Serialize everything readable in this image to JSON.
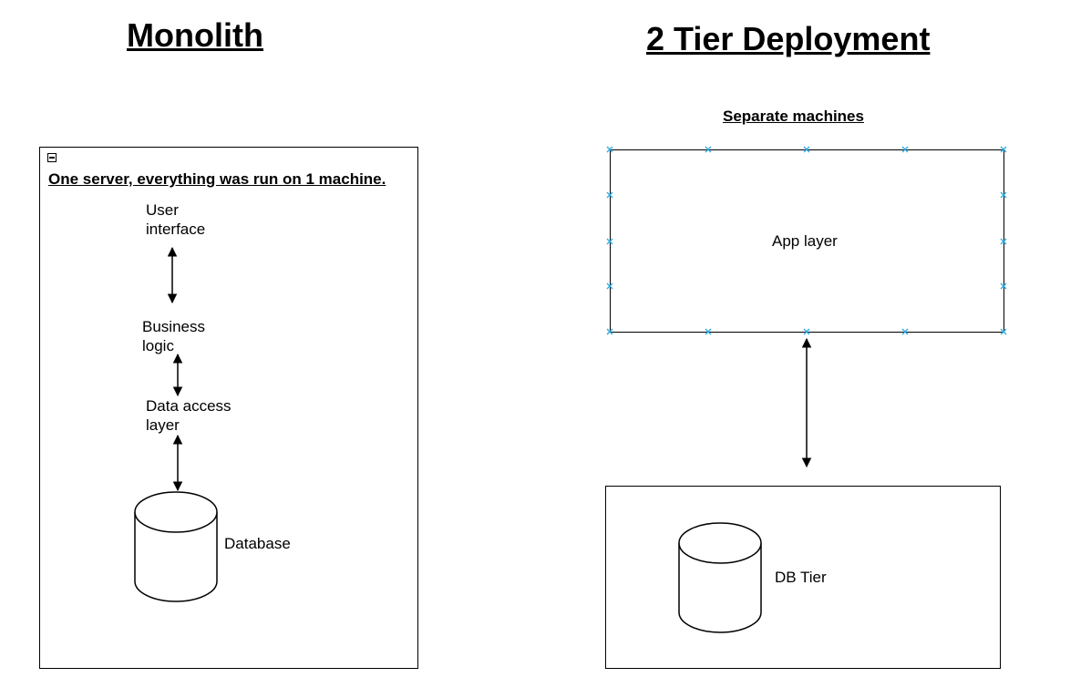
{
  "monolith": {
    "title": "Monolith",
    "container_caption": "One server, everything was run on 1 machine.",
    "components": [
      {
        "label_line1": "User",
        "label_line2": "interface"
      },
      {
        "label_line1": "Business",
        "label_line2": "logic"
      },
      {
        "label_line1": "Data access",
        "label_line2": "layer"
      }
    ],
    "database_label": "Database"
  },
  "two_tier": {
    "title": "2 Tier Deployment",
    "subtitle": "Separate machines",
    "app_layer_label": "App layer",
    "db_tier_label": "DB Tier"
  },
  "colors": {
    "stroke": "#000000",
    "selection_handle": "#29a8e0",
    "background": "#ffffff"
  }
}
